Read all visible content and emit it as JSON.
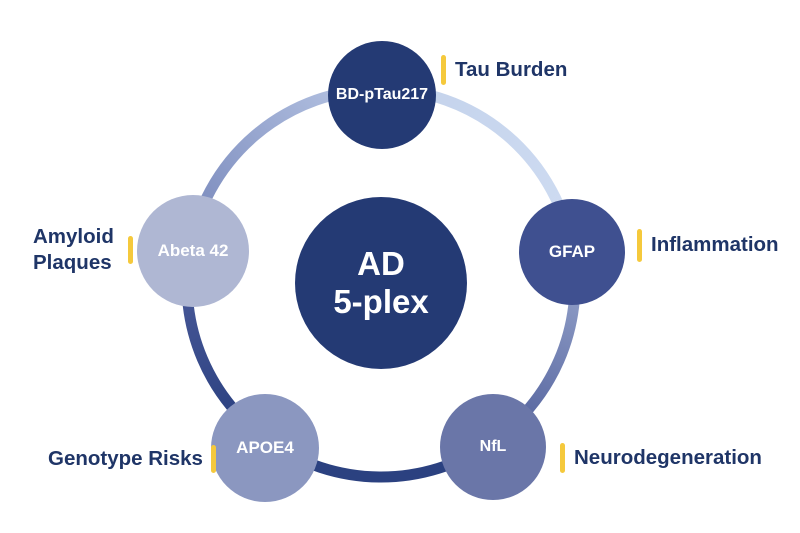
{
  "diagram": {
    "center": {
      "line1": "AD",
      "line2": "5-plex"
    },
    "nodes": [
      {
        "label": "BD-pTau217",
        "annotation": "Tau Burden",
        "color": "#243a74"
      },
      {
        "label": "GFAP",
        "annotation": "Inflammation",
        "color": "#3f5090"
      },
      {
        "label": "NfL",
        "annotation": "Neurodegeneration",
        "color": "#6a76a8"
      },
      {
        "label": "APOE4",
        "annotation": "Genotype Risks",
        "color": "#8b97c0"
      },
      {
        "label": "Abeta 42",
        "annotation": "Amyloid Plaques",
        "color": "#afb7d3"
      }
    ],
    "colors": {
      "center_circle": "#243a74",
      "annotation_text": "#1f3567",
      "highlight_bar": "#f5c93c",
      "ring_light": "#cfdcf2",
      "ring_medium": "#7585b9",
      "ring_dark": "#2b4180",
      "background": "#ffffff"
    }
  }
}
